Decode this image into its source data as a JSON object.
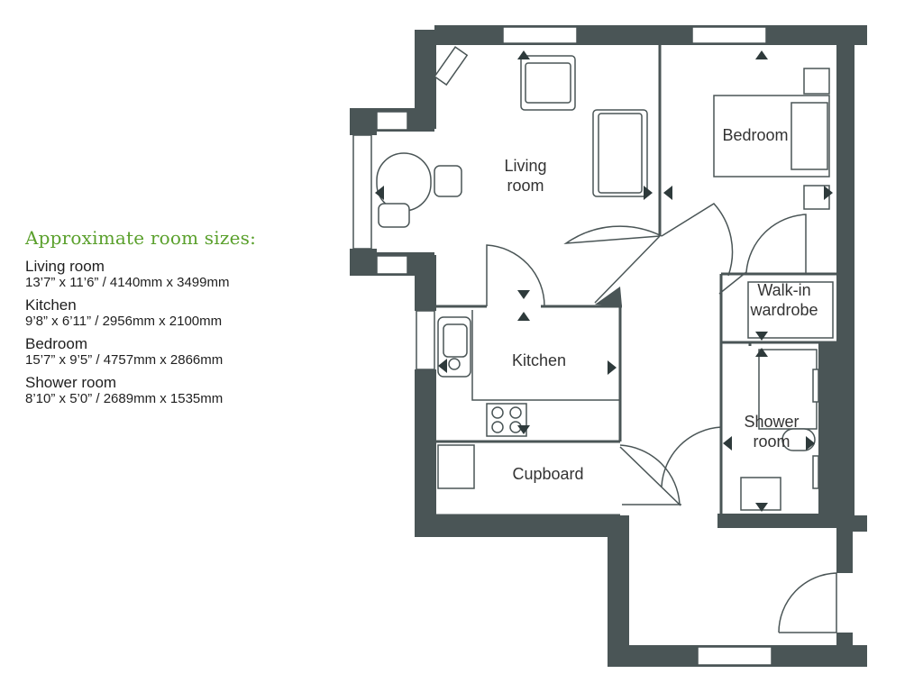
{
  "legend": {
    "title": "Approximate room sizes:",
    "rooms": [
      {
        "name": "Living room",
        "size": "13’7” x 11’6” / 4140mm x 3499mm"
      },
      {
        "name": "Kitchen",
        "size": "9’8” x 6’11” / 2956mm x 2100mm"
      },
      {
        "name": "Bedroom",
        "size": "15’7” x 9’5” / 4757mm x 2866mm"
      },
      {
        "name": "Shower room",
        "size": "8’10” x 5’0” / 2689mm x 1535mm"
      }
    ]
  },
  "labels": {
    "living_1": "Living",
    "living_2": "room",
    "bedroom": "Bedroom",
    "walkin_1": "Walk-in",
    "walkin_2": "wardrobe",
    "kitchen": "Kitchen",
    "shower_1": "Shower",
    "shower_2": "room",
    "cupboard": "Cupboard"
  },
  "colors": {
    "wall": "#4a5556",
    "title": "#5aa02c",
    "line": "#4a5556"
  }
}
